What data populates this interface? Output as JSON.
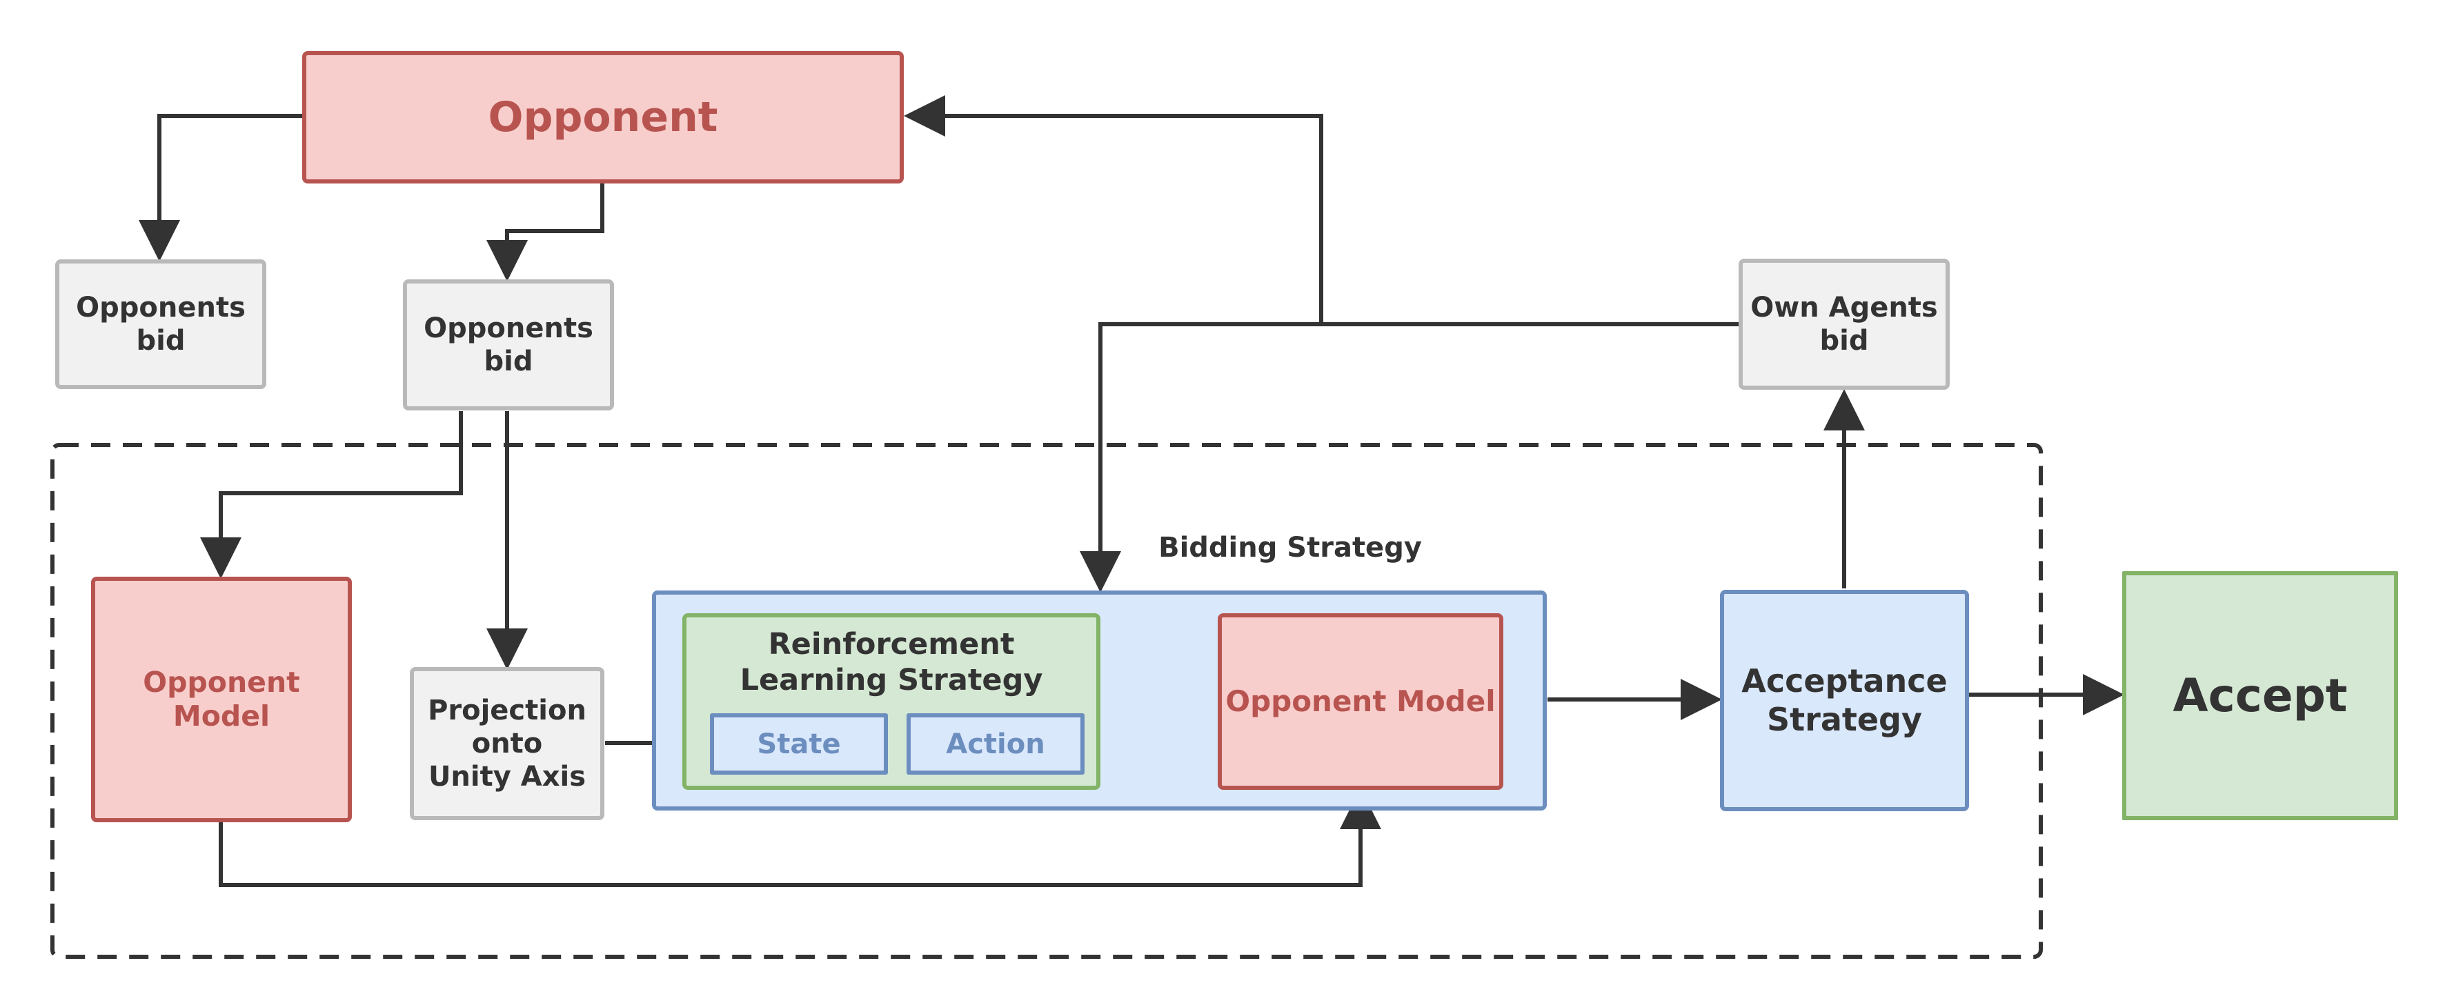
{
  "diagram": {
    "title": "Bidding Strategy",
    "nodes": {
      "opponent": "Opponent",
      "opponents_bid_left": "Opponents\nbid",
      "opponents_bid_mid": "Opponents\nbid",
      "own_agents_bid": "Own Agents\nbid",
      "opponent_model_left": "Opponent\nModel",
      "projection": "Projection\nonto\nUnity Axis",
      "rl_strategy": "Reinforcement\nLearning Strategy",
      "state": "State",
      "action": "Action",
      "opponent_model_inner": "Opponent Model",
      "acceptance_strategy": "Acceptance\nStrategy",
      "accept": "Accept"
    },
    "colors": {
      "red_fill": "#f8cecc",
      "red_stroke": "#b85450",
      "blue_fill": "#dae8fc",
      "blue_stroke": "#6c8ebf",
      "green_fill": "#d5e8d4",
      "green_stroke": "#82b366",
      "gray_fill": "#f1f1f1",
      "gray_stroke": "#b9b9b9",
      "arrow": "#333333"
    }
  }
}
